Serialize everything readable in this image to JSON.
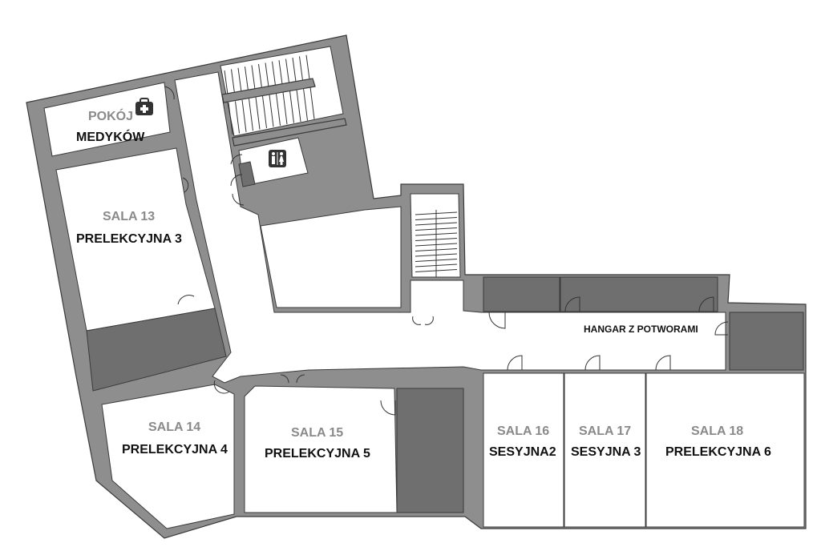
{
  "rooms": {
    "medic": {
      "line1": "POKÓJ",
      "line2": "MEDYKÓW",
      "icon": "first-aid-kit-icon"
    },
    "sala13": {
      "number": "SALA 13",
      "name": "PRELEKCYJNA 3"
    },
    "sala14": {
      "number": "SALA 14",
      "name": "PRELEKCYJNA 4"
    },
    "sala15": {
      "number": "SALA 15",
      "name": "PRELEKCYJNA 5"
    },
    "sala16": {
      "number": "SALA 16",
      "name": "SESYJNA2"
    },
    "sala17": {
      "number": "SALA 17",
      "name": "SESYJNA 3"
    },
    "sala18": {
      "number": "SALA 18",
      "name": "PRELEKCYJNA 6"
    },
    "hangar": {
      "name": "HANGAR Z POTWORAMI"
    },
    "toilets": {
      "icon": "restroom-icon"
    }
  },
  "colors": {
    "wall": "#8e8e8e",
    "restricted": "#6f6f6f",
    "room": "#ffffff",
    "secondary_text": "#8a8a8a"
  }
}
